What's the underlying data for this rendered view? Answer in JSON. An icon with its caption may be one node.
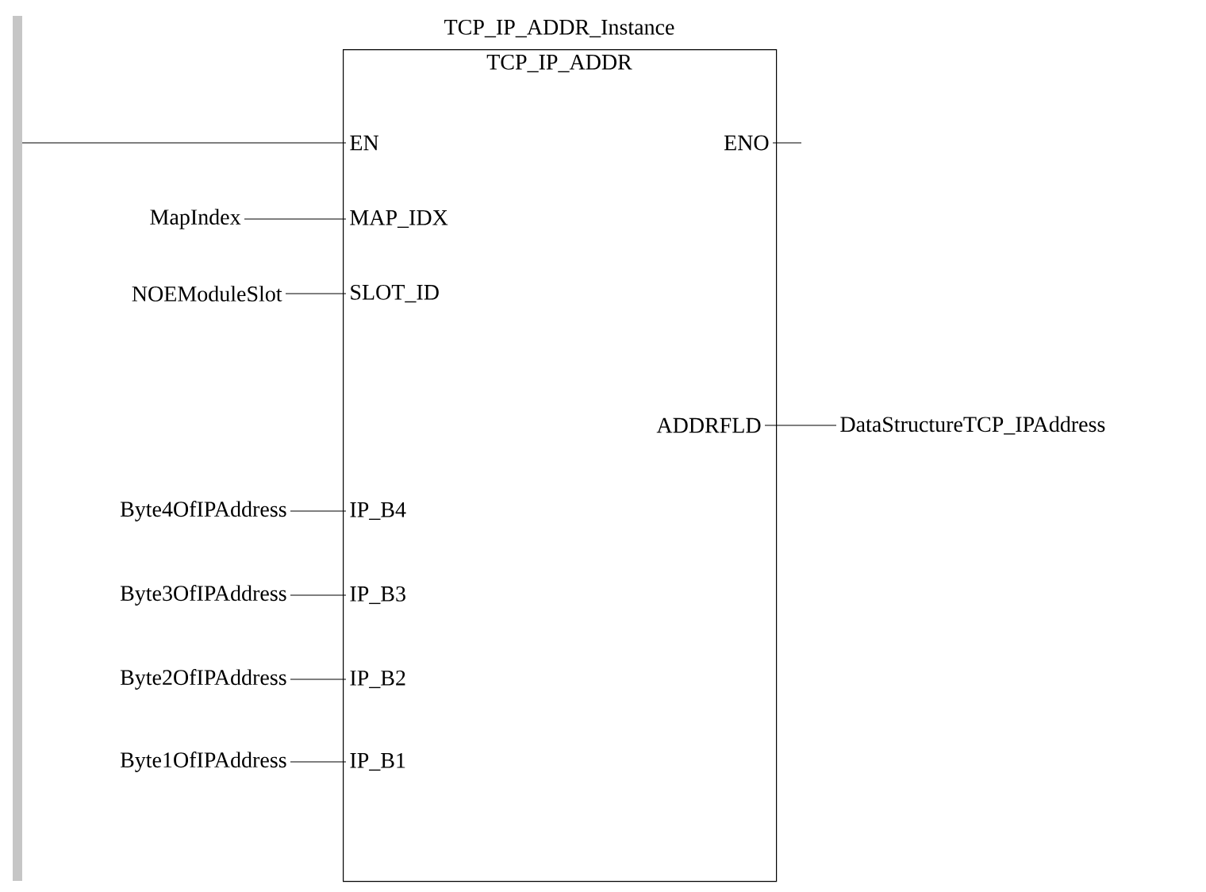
{
  "diagram": {
    "nodes": [
      {
        "text": [
          "TCP_IP_ADDR_Instance",
          "TCP_IP_ADDR"
        ]
      },
      {
        "text": [
          "EN"
        ],
        "in": 0
      },
      {
        "text": [
          "ENO"
        ],
        "in": 0
      },
      {
        "text": [
          "MapIndex"
        ]
      },
      {
        "text": [
          "MAP_IDX"
        ],
        "in": 0
      },
      {
        "text": [
          "NOEModuleSlot"
        ]
      },
      {
        "text": [
          "SLOT_ID"
        ],
        "in": 0
      },
      {
        "text": [
          "ADDRFLD"
        ],
        "in": 0
      },
      {
        "text": [
          "DataStructureTCP_IPAddress"
        ]
      },
      {
        "text": [
          "Byte4OfIPAddress"
        ]
      },
      {
        "text": [
          "IP_B4"
        ],
        "in": 0
      },
      {
        "text": [
          "Byte3OfIPAddress"
        ]
      },
      {
        "text": [
          "IP_B3"
        ],
        "in": 0
      },
      {
        "text": [
          "Byte2OfIPAddress"
        ]
      },
      {
        "text": [
          "IP_B2"
        ],
        "in": 0
      },
      {
        "text": [
          "Byte1OfIPAddress"
        ]
      },
      {
        "text": [
          "IP_B1"
        ],
        "in": 0
      }
    ],
    "edges": [
      {
        "from": null,
        "to": 1,
        "arrow": "none"
      },
      {
        "from": 2,
        "to": null,
        "arrow": "none"
      },
      {
        "from": 3,
        "to": 4,
        "arrow": "none"
      },
      {
        "from": 5,
        "to": 6,
        "arrow": "none"
      },
      {
        "from": 7,
        "to": 8,
        "arrow": "none"
      },
      {
        "from": 9,
        "to": 10,
        "arrow": "none"
      },
      {
        "from": 11,
        "to": 12,
        "arrow": "none"
      },
      {
        "from": 13,
        "to": 14,
        "arrow": "none"
      },
      {
        "from": 15,
        "to": 16,
        "arrow": "none"
      }
    ]
  }
}
